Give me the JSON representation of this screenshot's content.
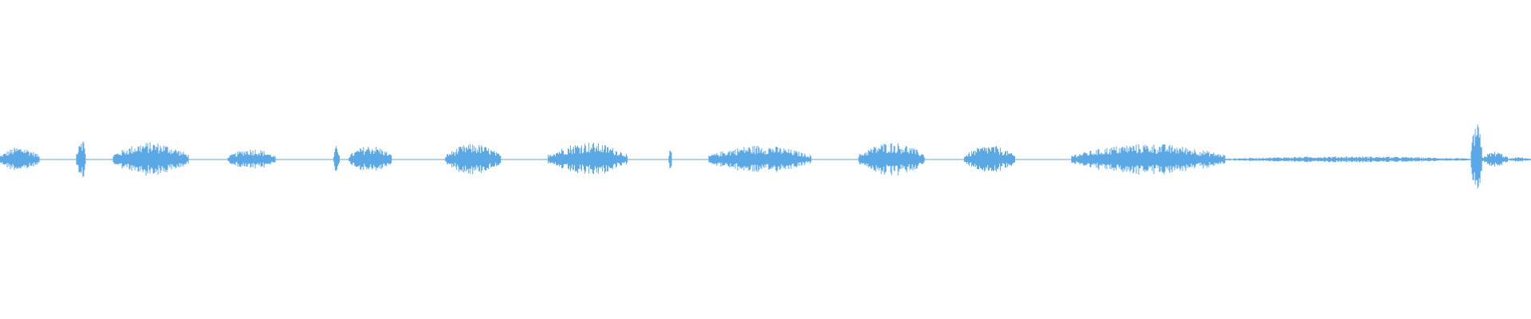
{
  "waveform": {
    "color": "#5aa9e6",
    "segments": [
      {
        "start": 0.0,
        "end": 0.026,
        "amp": 0.08
      },
      {
        "start": 0.05,
        "end": 0.056,
        "amp": 0.16
      },
      {
        "start": 0.074,
        "end": 0.123,
        "amp": 0.11
      },
      {
        "start": 0.149,
        "end": 0.18,
        "amp": 0.07
      },
      {
        "start": 0.218,
        "end": 0.222,
        "amp": 0.09
      },
      {
        "start": 0.228,
        "end": 0.256,
        "amp": 0.09
      },
      {
        "start": 0.291,
        "end": 0.327,
        "amp": 0.1
      },
      {
        "start": 0.358,
        "end": 0.41,
        "amp": 0.11
      },
      {
        "start": 0.437,
        "end": 0.439,
        "amp": 0.07
      },
      {
        "start": 0.463,
        "end": 0.53,
        "amp": 0.09
      },
      {
        "start": 0.561,
        "end": 0.604,
        "amp": 0.11
      },
      {
        "start": 0.63,
        "end": 0.663,
        "amp": 0.09
      },
      {
        "start": 0.7,
        "end": 0.8,
        "amp": 0.1
      },
      {
        "start": 0.8,
        "end": 0.96,
        "amp": 0.02
      },
      {
        "start": 0.961,
        "end": 0.968,
        "amp": 0.24
      },
      {
        "start": 0.968,
        "end": 0.985,
        "amp": 0.05
      },
      {
        "start": 0.985,
        "end": 1.0,
        "amp": 0.015
      }
    ]
  }
}
